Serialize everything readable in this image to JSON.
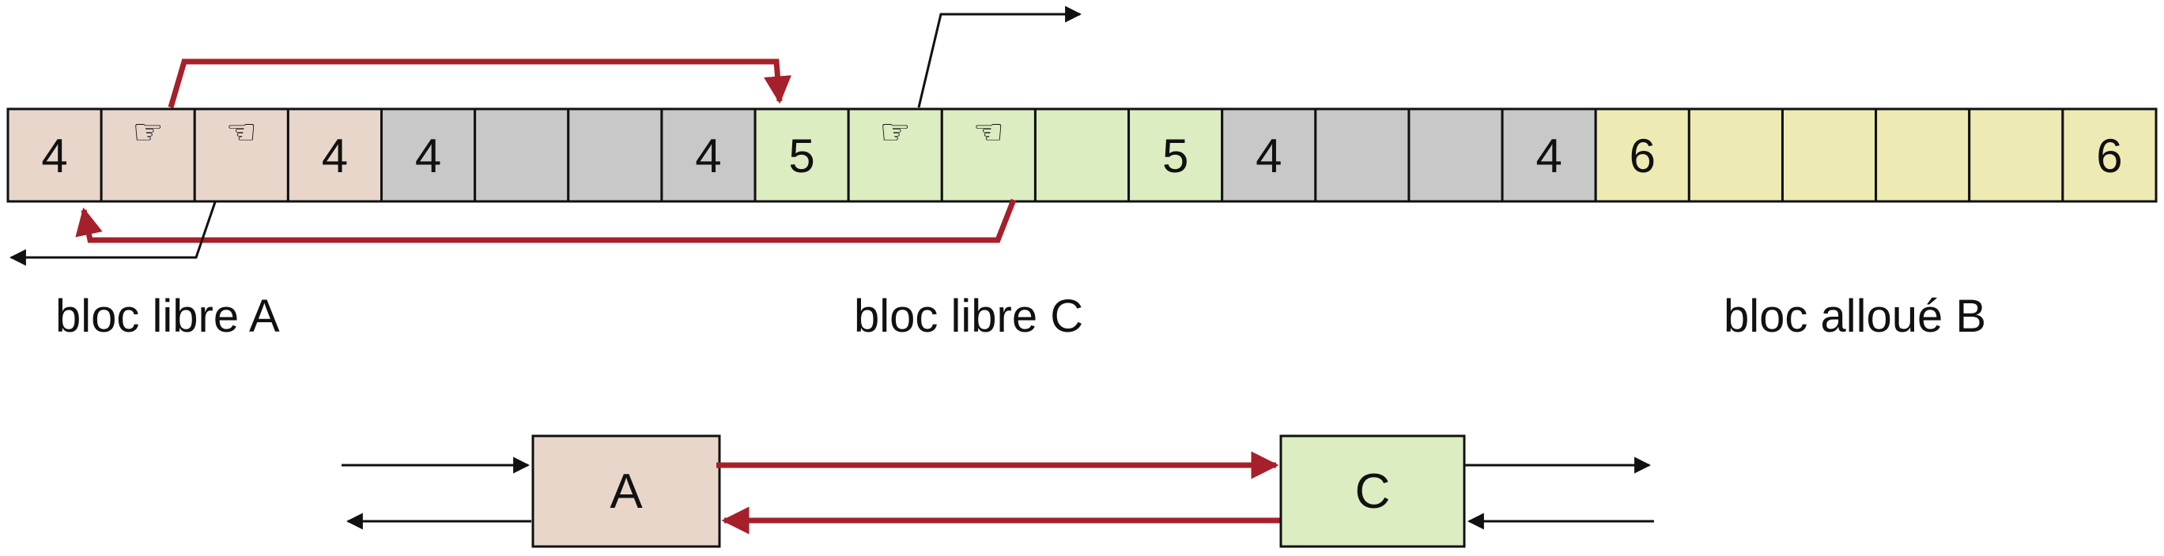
{
  "colors": {
    "brown": "#e8d6cb",
    "gray": "#c8c8c8",
    "green": "#dcedc1",
    "yellow": "#eeeab4",
    "red": "#a5202a",
    "black": "#111111"
  },
  "memory": {
    "cells": [
      {
        "text": "4",
        "color": "brown"
      },
      {
        "text": "",
        "icon": "hand-pointing-right-icon",
        "color": "brown"
      },
      {
        "text": "",
        "icon": "hand-pointing-left-icon",
        "color": "brown"
      },
      {
        "text": "4",
        "color": "brown"
      },
      {
        "text": "4",
        "color": "gray"
      },
      {
        "text": "",
        "color": "gray"
      },
      {
        "text": "",
        "color": "gray"
      },
      {
        "text": "4",
        "color": "gray"
      },
      {
        "text": "5",
        "color": "green"
      },
      {
        "text": "",
        "icon": "hand-pointing-right-icon",
        "color": "green"
      },
      {
        "text": "",
        "icon": "hand-pointing-left-icon",
        "color": "green"
      },
      {
        "text": "",
        "color": "green"
      },
      {
        "text": "5",
        "color": "green"
      },
      {
        "text": "4",
        "color": "gray"
      },
      {
        "text": "",
        "color": "gray"
      },
      {
        "text": "",
        "color": "gray"
      },
      {
        "text": "4",
        "color": "gray"
      },
      {
        "text": "6",
        "color": "yellow"
      },
      {
        "text": "",
        "color": "yellow"
      },
      {
        "text": "",
        "color": "yellow"
      },
      {
        "text": "",
        "color": "yellow"
      },
      {
        "text": "",
        "color": "yellow"
      },
      {
        "text": "6",
        "color": "yellow"
      }
    ]
  },
  "icons": {
    "hand_right": "☞",
    "hand_left": "☜"
  },
  "labels": {
    "block_a": "bloc libre A",
    "block_c": "bloc libre C",
    "block_b": "bloc alloué B"
  },
  "list": {
    "node_a": "A",
    "node_c": "C"
  }
}
